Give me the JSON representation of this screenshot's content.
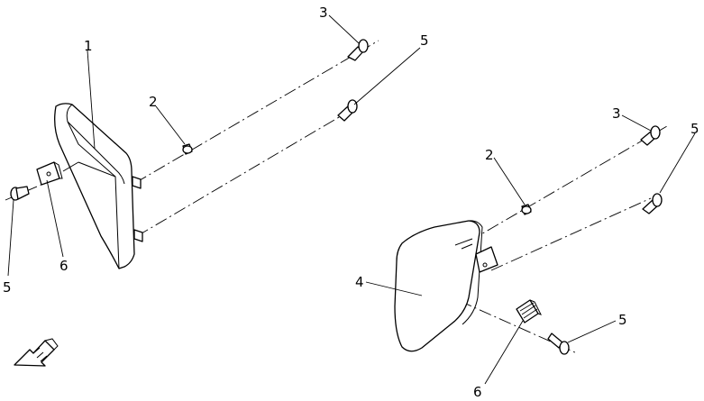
{
  "callouts": {
    "left": {
      "part1": "1",
      "part2": "2",
      "part3": "3",
      "part5_top": "5",
      "part5_bottom": "5",
      "part6": "6"
    },
    "right": {
      "part2": "2",
      "part3": "3",
      "part4": "4",
      "part5_top": "5",
      "part5_bottom": "5",
      "part6": "6"
    }
  },
  "direction_icon": "front-arrow-icon"
}
